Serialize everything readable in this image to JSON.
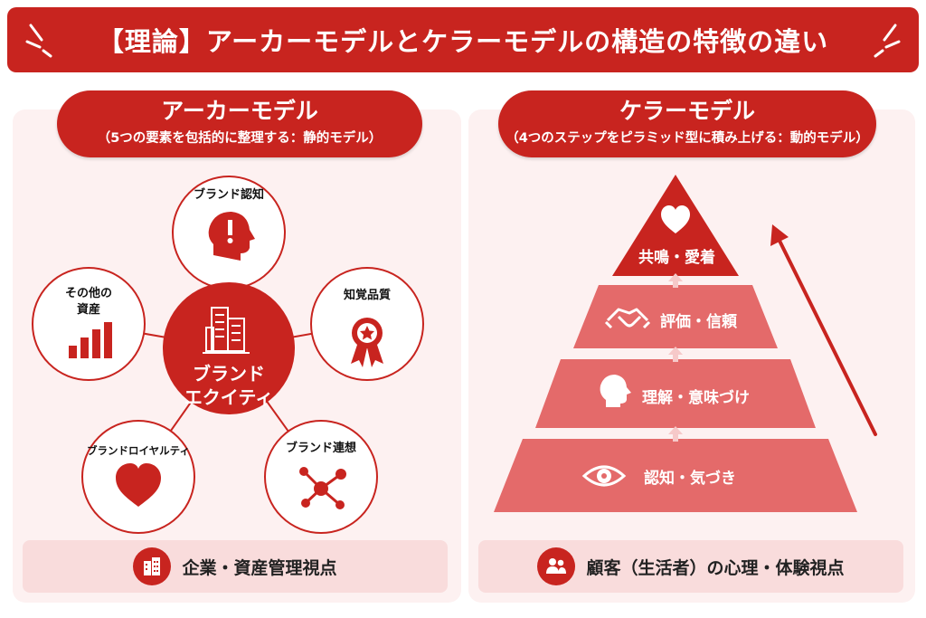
{
  "header": {
    "title": "【理論】アーカーモデルとケラーモデルの構造の特徴の違い"
  },
  "aaker": {
    "title": "アーカーモデル",
    "subtitle": "（5つの要素を包括的に整理する：静的モデル）",
    "center": {
      "line1": "ブランド",
      "line2": "エクイティ"
    },
    "nodes": {
      "awareness": "ブランド認知",
      "quality": "知覚品質",
      "association": "ブランド連想",
      "loyalty": "ブランドロイヤルティ",
      "other_line1": "その他の",
      "other_line2": "資産"
    },
    "footer": "企業・資産管理視点"
  },
  "keller": {
    "title": "ケラーモデル",
    "subtitle": "（4つのステップをピラミッド型に積み上げる：動的モデル）",
    "tiers": {
      "resonance": "共鳴・愛着",
      "judgment": "評価・信頼",
      "meaning": "理解・意味づけ",
      "awareness": "認知・気づき"
    },
    "footer": "顧客（生活者）の心理・体験視点"
  },
  "colors": {
    "accent": "#c8241f",
    "tier_light": "#e46a6a",
    "panel_bg": "#fdf1f1",
    "footer_bg": "#f9dcdc"
  }
}
